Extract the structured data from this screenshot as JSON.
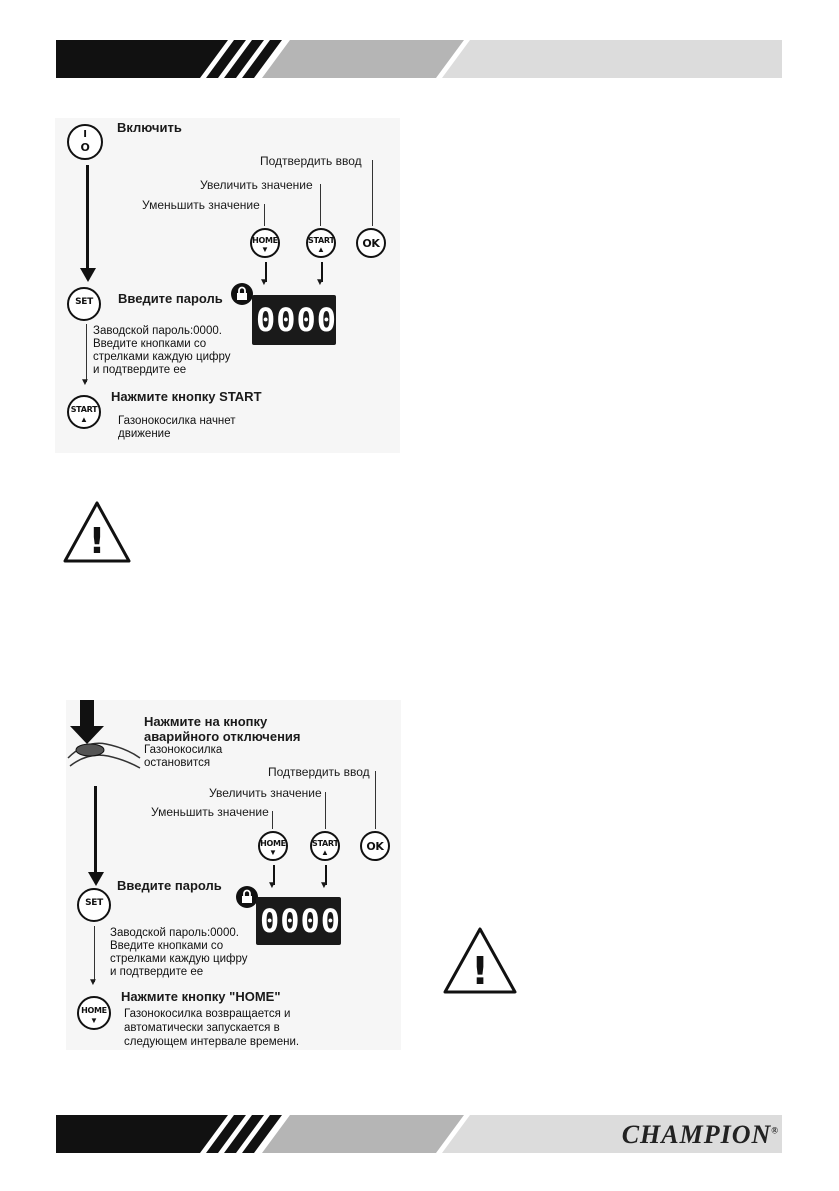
{
  "brand": {
    "logo_text": "CHAMPION",
    "registered_mark": "®"
  },
  "colors": {
    "band_dark": "#111111",
    "band_mid": "#b5b5b5",
    "band_light": "#dcdcdc",
    "lcd_bg": "#1a1a1a"
  },
  "diagram1": {
    "step_power": {
      "icon": "power-button-icon",
      "label": "Включить",
      "switch_i": "I",
      "switch_o": "O"
    },
    "labels": {
      "confirm": "Подтвердить ввод",
      "increase": "Увеличить значение",
      "decrease": "Уменьшить значение"
    },
    "buttons": {
      "home": "HOME",
      "start": "START",
      "ok": "OK"
    },
    "display": {
      "value": "0000"
    },
    "step_password": {
      "icon": "set-button-icon",
      "set_text": "SET",
      "title": "Введите пароль",
      "desc": [
        "Заводской пароль:0000.",
        "Введите кнопками со",
        "стрелками каждую цифру",
        "и подтвердите ее"
      ]
    },
    "step_start": {
      "title": "Нажмите кнопку START",
      "desc": [
        "Газонокосилка начнет",
        "движение"
      ]
    }
  },
  "diagram2": {
    "step_emergency": {
      "icon": "emergency-stop-icon",
      "title": [
        "Нажмите на кнопку",
        "аварийного отключения"
      ],
      "desc": [
        "Газонокосилка",
        "остановится"
      ]
    },
    "labels": {
      "confirm": "Подтвердить ввод",
      "increase": "Увеличить значение",
      "decrease": "Уменьшить значение"
    },
    "buttons": {
      "home": "HOME",
      "start": "START",
      "ok": "OK"
    },
    "display": {
      "value": "0000"
    },
    "step_password": {
      "set_text": "SET",
      "title": "Введите пароль",
      "desc": [
        "Заводской пароль:0000.",
        "Введите кнопками со",
        "стрелками каждую цифру",
        "и подтвердите ее"
      ]
    },
    "step_home": {
      "title": "Нажмите кнопку \"HOME\"",
      "desc": [
        "Газонокосилка возвращается и",
        "автоматически запускается в",
        "следующем интервале времени."
      ]
    }
  },
  "warnings": {
    "icon": "warning-triangle-icon",
    "mark": "!"
  }
}
